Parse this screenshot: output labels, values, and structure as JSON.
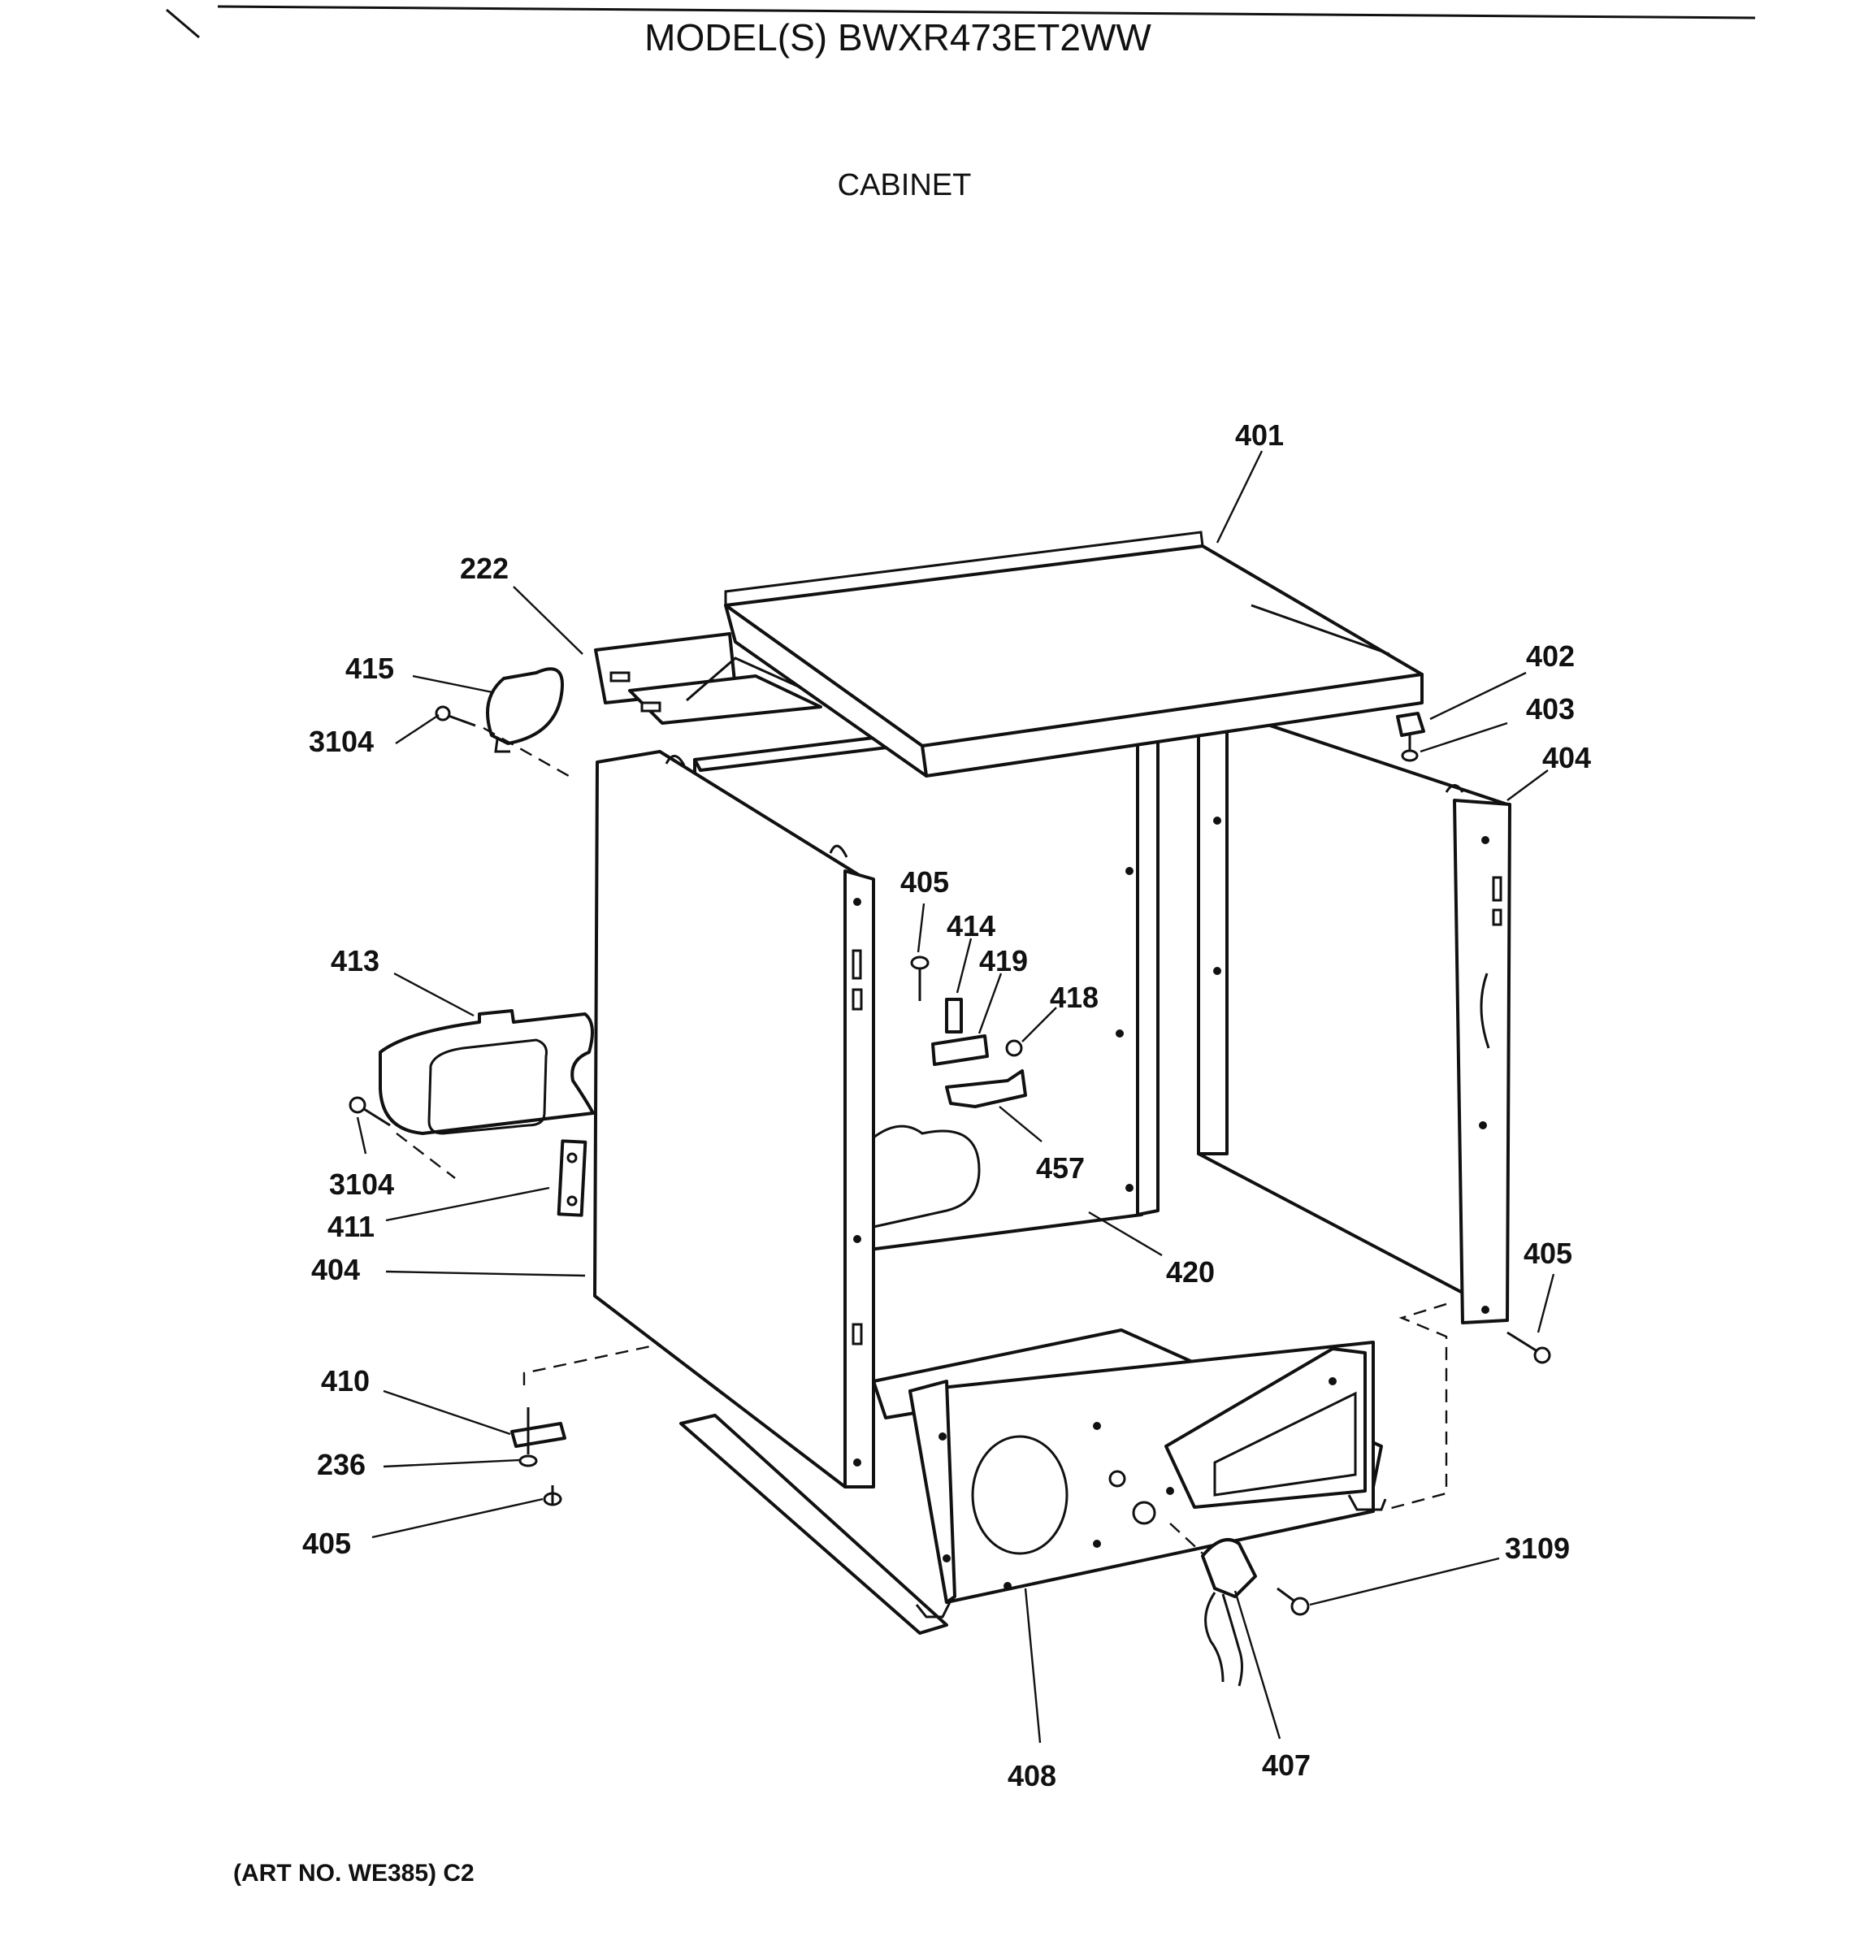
{
  "header": {
    "title": "MODEL(S) BWXR473ET2WW",
    "subtitle": "CABINET"
  },
  "footer": {
    "art_no": "(ART NO. WE385) C2"
  },
  "parts": [
    {
      "id": "p401",
      "label": "401"
    },
    {
      "id": "p222",
      "label": "222"
    },
    {
      "id": "p415",
      "label": "415"
    },
    {
      "id": "p3104a",
      "label": "3104"
    },
    {
      "id": "p402",
      "label": "402"
    },
    {
      "id": "p403",
      "label": "403"
    },
    {
      "id": "p404a",
      "label": "404"
    },
    {
      "id": "p405a",
      "label": "405"
    },
    {
      "id": "p414",
      "label": "414"
    },
    {
      "id": "p419",
      "label": "419"
    },
    {
      "id": "p418",
      "label": "418"
    },
    {
      "id": "p413",
      "label": "413"
    },
    {
      "id": "p457",
      "label": "457"
    },
    {
      "id": "p3104b",
      "label": "3104"
    },
    {
      "id": "p411",
      "label": "411"
    },
    {
      "id": "p404b",
      "label": "404"
    },
    {
      "id": "p420",
      "label": "420"
    },
    {
      "id": "p405b",
      "label": "405"
    },
    {
      "id": "p410",
      "label": "410"
    },
    {
      "id": "p236",
      "label": "236"
    },
    {
      "id": "p405c",
      "label": "405"
    },
    {
      "id": "p3109",
      "label": "3109"
    },
    {
      "id": "p408",
      "label": "408"
    },
    {
      "id": "p407",
      "label": "407"
    }
  ]
}
